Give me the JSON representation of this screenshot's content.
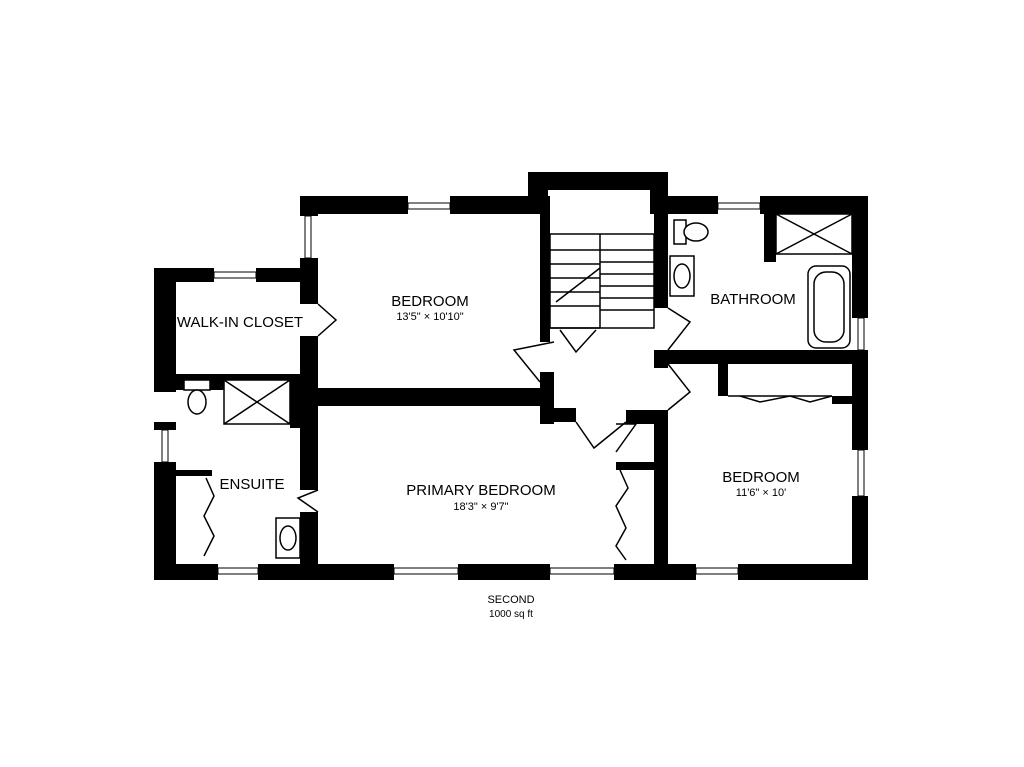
{
  "floor": {
    "name": "SECOND",
    "area": "1000 sq ft"
  },
  "rooms": {
    "walk_in_closet": {
      "name": "WALK-IN CLOSET"
    },
    "bedroom_top": {
      "name": "BEDROOM",
      "dimensions": "13'5\" × 10'10\""
    },
    "bathroom": {
      "name": "BATHROOM"
    },
    "ensuite": {
      "name": "ENSUITE"
    },
    "primary_bedroom": {
      "name": "PRIMARY BEDROOM",
      "dimensions": "18'3\" × 9'7\""
    },
    "bedroom_right": {
      "name": "BEDROOM",
      "dimensions": "11'6\" × 10'"
    }
  },
  "colors": {
    "wall": "#000000",
    "background": "#ffffff"
  }
}
